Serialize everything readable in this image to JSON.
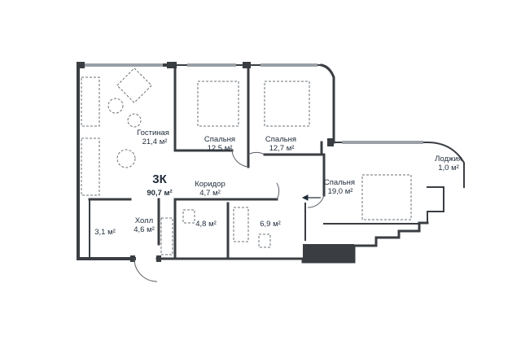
{
  "plan": {
    "type_label": "3К",
    "total_area": "90,7 м²"
  },
  "rooms": {
    "living": {
      "name": "Гостиная",
      "area": "21,4 м²"
    },
    "bedroom1": {
      "name": "Спальня",
      "area": "12,5 м²"
    },
    "bedroom2": {
      "name": "Спальня",
      "area": "12,7 м²"
    },
    "bedroom3": {
      "name": "Спальня",
      "area": "19,0 м²"
    },
    "loggia": {
      "name": "Лоджия",
      "area": "1,0 м²"
    },
    "corridor": {
      "name": "Коридор",
      "area": "4,7 м²"
    },
    "hall": {
      "name": "Холл",
      "area": "4,6 м²"
    },
    "storage": {
      "area": "3,1 м²"
    },
    "bath1": {
      "area": "4,8 м²"
    },
    "bath2": {
      "area": "6,9 м²"
    }
  },
  "colors": {
    "wall": "#3a3d42",
    "line": "#5a5f66",
    "text": "#1f2a38",
    "window": "#9aa0a6"
  }
}
